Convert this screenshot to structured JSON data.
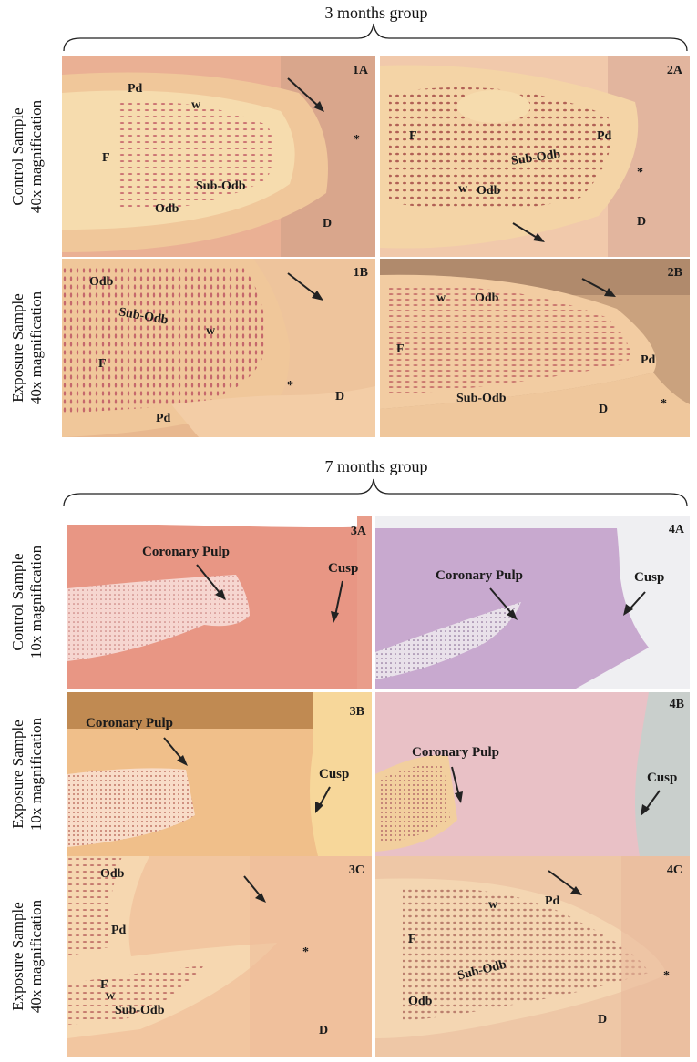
{
  "groups": {
    "g1": "3 months group",
    "g2": "7 months group"
  },
  "row_labels": {
    "r1": [
      "Control Sample",
      "40x magnification"
    ],
    "r2": [
      "Exposure Sample",
      "40x magnification"
    ],
    "r3": [
      "Control Sample",
      "10x magnification"
    ],
    "r4": [
      "Exposure Sample",
      "10x magnification"
    ],
    "r5": [
      "Exposure Sample",
      "40x magnification"
    ]
  },
  "panels": {
    "p1A": {
      "id": "1A",
      "Pd": "Pd",
      "w": "w",
      "F": "F",
      "SubOdb": "Sub-Odb",
      "Odb": "Odb",
      "D": "D",
      "star": "*"
    },
    "p2A": {
      "id": "2A",
      "F": "F",
      "SubOdb": "Sub-Odb",
      "Pd": "Pd",
      "w": "w",
      "Odb": "Odb",
      "D": "D",
      "star": "*"
    },
    "p1B": {
      "id": "1B",
      "Odb": "Odb",
      "SubOdb": "Sub-Odb",
      "w": "w",
      "F": "F",
      "star": "*",
      "D": "D",
      "Pd": "Pd"
    },
    "p2B": {
      "id": "2B",
      "w": "w",
      "Odb": "Odb",
      "F": "F",
      "Pd": "Pd",
      "SubOdb": "Sub-Odb",
      "D": "D",
      "star": "*"
    },
    "p3A": {
      "id": "3A",
      "coronary": "Coronary Pulp",
      "cusp": "Cusp"
    },
    "p4A": {
      "id": "4A",
      "coronary": "Coronary Pulp",
      "cusp": "Cusp"
    },
    "p3B": {
      "id": "3B",
      "coronary": "Coronary Pulp",
      "cusp": "Cusp"
    },
    "p4B": {
      "id": "4B",
      "coronary": "Coronary Pulp",
      "cusp": "Cusp"
    },
    "p3C": {
      "id": "3C",
      "Odb": "Odb",
      "Pd": "Pd",
      "F": "F",
      "w": "w",
      "SubOdb": "Sub-Odb",
      "star": "*",
      "D": "D"
    },
    "p4C": {
      "id": "4C",
      "w": "w",
      "Pd": "Pd",
      "F": "F",
      "SubOdb": "Sub-Odb",
      "Odb": "Odb",
      "D": "D",
      "star": "*"
    }
  }
}
